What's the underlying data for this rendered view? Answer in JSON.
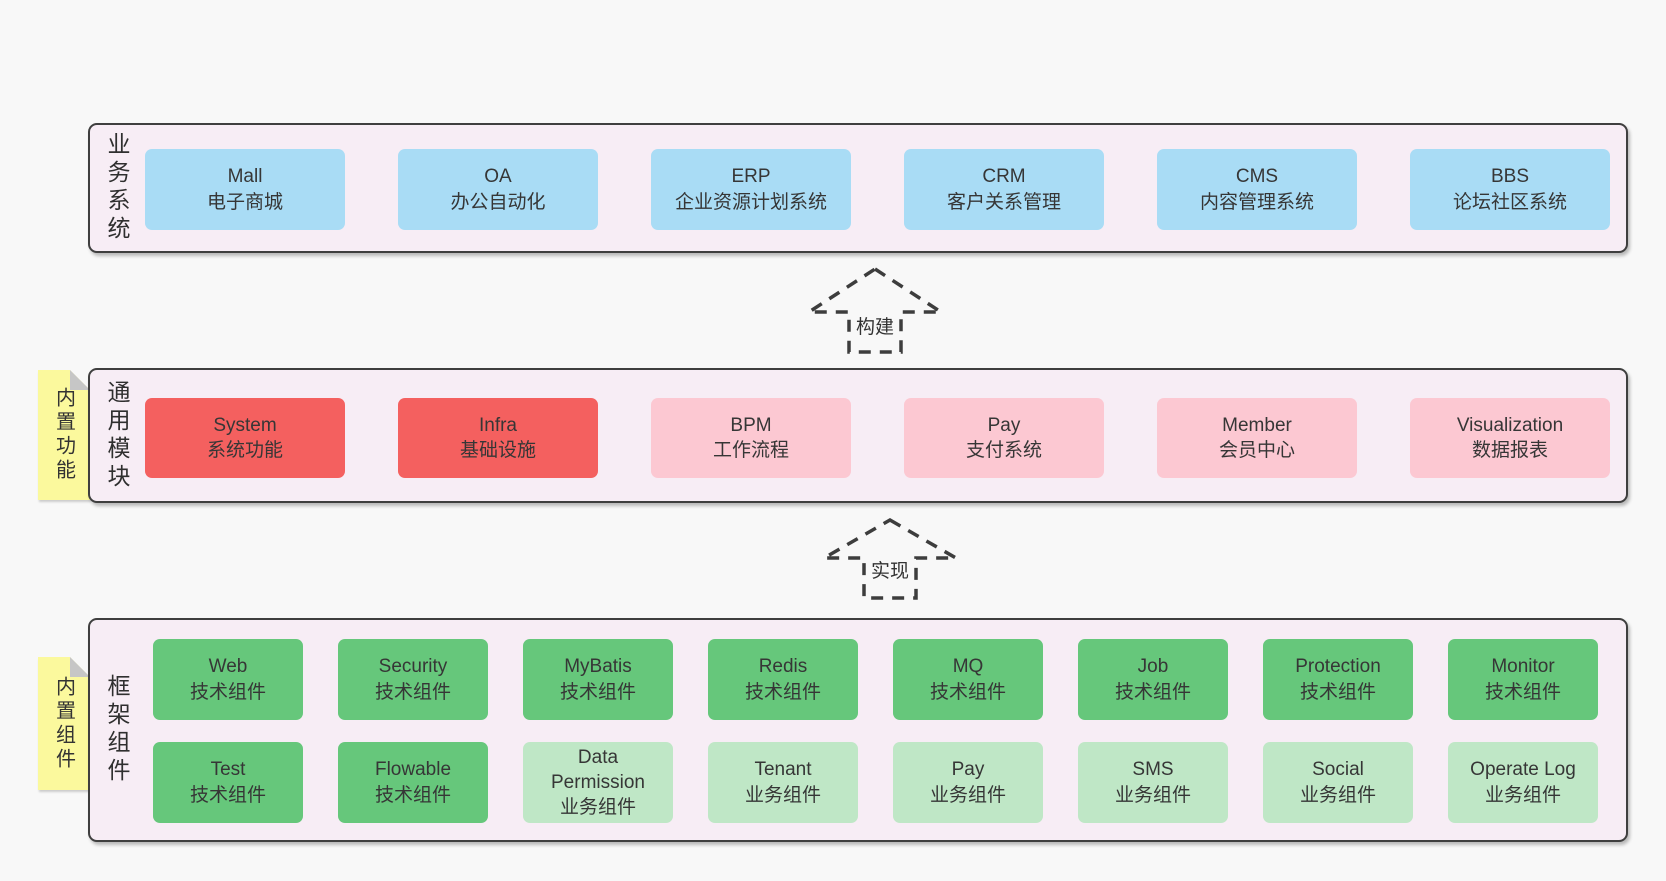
{
  "colors": {
    "page_bg": "#f8f8f8",
    "band_bg": "#f7edf5",
    "band_border": "#3f3f3f",
    "box_blue": "#a9dcf5",
    "box_red": "#f4605f",
    "box_pink": "#fcc8d2",
    "box_green": "#66c77b",
    "box_green_light": "#bfe7c6",
    "tag_yellow": "#fbf99d",
    "tag_fold": "#c6c6c6",
    "text": "#363636"
  },
  "arrows": [
    {
      "label": "构建"
    },
    {
      "label": "实现"
    }
  ],
  "bands": [
    {
      "label": "业务系统",
      "boxes": [
        {
          "name": "Mall",
          "desc": "电子商城"
        },
        {
          "name": "OA",
          "desc": "办公自动化"
        },
        {
          "name": "ERP",
          "desc": "企业资源计划系统"
        },
        {
          "name": "CRM",
          "desc": "客户关系管理"
        },
        {
          "name": "CMS",
          "desc": "内容管理系统"
        },
        {
          "name": "BBS",
          "desc": "论坛社区系统"
        }
      ]
    },
    {
      "label": "通用模块",
      "tag": "内置功能",
      "boxes": [
        {
          "name": "System",
          "desc": "系统功能"
        },
        {
          "name": "Infra",
          "desc": "基础设施"
        },
        {
          "name": "BPM",
          "desc": "工作流程"
        },
        {
          "name": "Pay",
          "desc": "支付系统"
        },
        {
          "name": "Member",
          "desc": "会员中心"
        },
        {
          "name": "Visualization",
          "desc": "数据报表"
        }
      ]
    },
    {
      "label": "框架组件",
      "tag": "内置组件",
      "rows": [
        [
          {
            "name": "Web",
            "desc": "技术组件"
          },
          {
            "name": "Security",
            "desc": "技术组件"
          },
          {
            "name": "MyBatis",
            "desc": "技术组件"
          },
          {
            "name": "Redis",
            "desc": "技术组件"
          },
          {
            "name": "MQ",
            "desc": "技术组件"
          },
          {
            "name": "Job",
            "desc": "技术组件"
          },
          {
            "name": "Protection",
            "desc": "技术组件"
          },
          {
            "name": "Monitor",
            "desc": "技术组件"
          }
        ],
        [
          {
            "name": "Test",
            "desc": "技术组件"
          },
          {
            "name": "Flowable",
            "desc": "技术组件"
          },
          {
            "name": "Data Permission",
            "desc": "业务组件"
          },
          {
            "name": "Tenant",
            "desc": "业务组件"
          },
          {
            "name": "Pay",
            "desc": "业务组件"
          },
          {
            "name": "SMS",
            "desc": "业务组件"
          },
          {
            "name": "Social",
            "desc": "业务组件"
          },
          {
            "name": "Operate Log",
            "desc": "业务组件"
          }
        ]
      ]
    }
  ]
}
